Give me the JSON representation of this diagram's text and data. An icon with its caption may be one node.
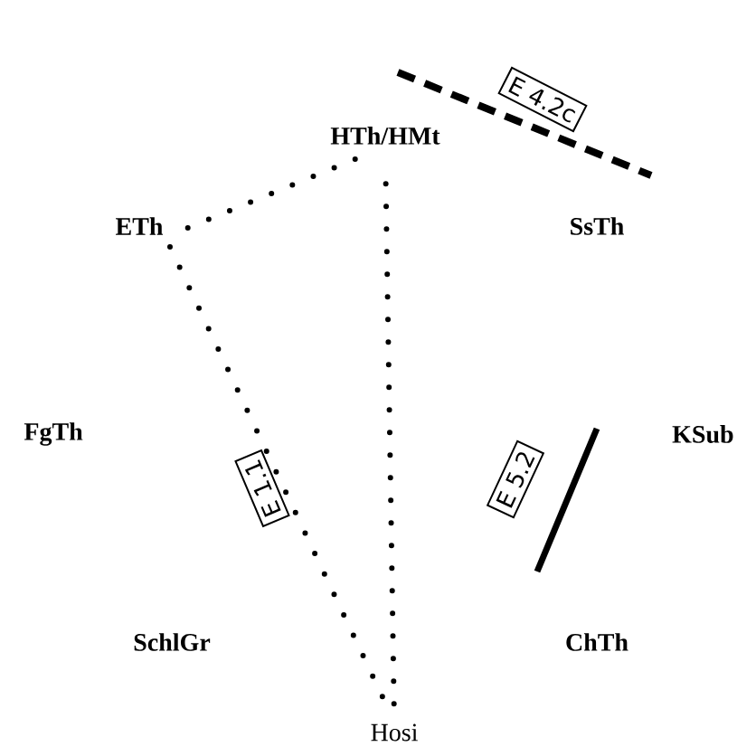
{
  "diagram": {
    "nodes": [
      {
        "text": [
          "**HTh**/HMt"
        ]
      },
      {
        "text": [
          "ETh"
        ]
      },
      {
        "text": [
          "SsTh"
        ]
      },
      {
        "text": [
          "E 4.2c"
        ]
      },
      {
        "text": [
          "FgTh"
        ]
      },
      {
        "text": [
          "E 1.1"
        ]
      },
      {
        "text": [
          "KSub"
        ]
      },
      {
        "text": [
          "E 5.2"
        ]
      },
      {
        "text": [
          "SchlGr"
        ]
      },
      {
        "text": [
          "ChTh"
        ]
      },
      {
        "text": [
          "Hosi"
        ]
      }
    ],
    "edges": [
      {
        "from": 10,
        "to": 0,
        "arrow": "none"
      },
      {
        "from": 0,
        "to": 1,
        "arrow": "none"
      },
      {
        "from": 1,
        "to": 10,
        "arrow": "none"
      }
    ]
  }
}
